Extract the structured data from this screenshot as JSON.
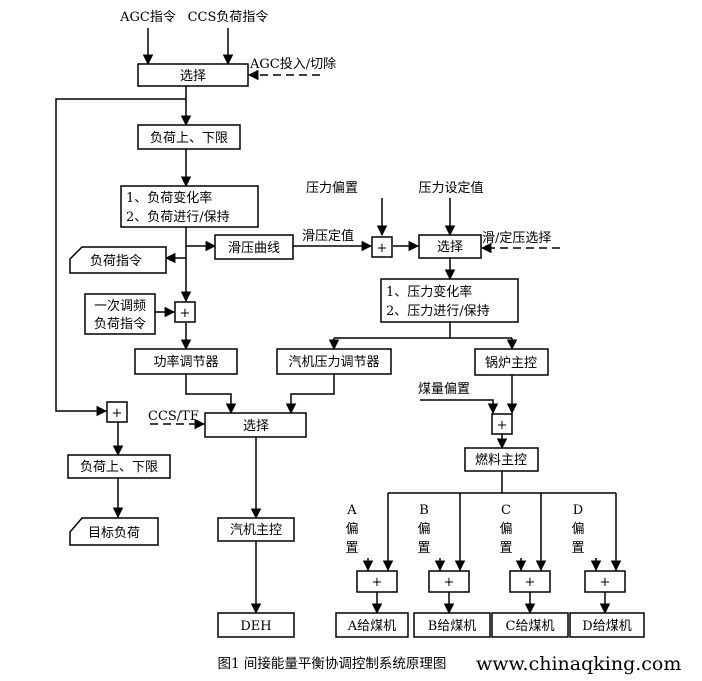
{
  "inputs": {
    "agc_command": "AGC指令",
    "ccs_load_command": "CCS负荷指令",
    "agc_on_off": "AGC投入/切除"
  },
  "left": {
    "select1": "选择",
    "load_limits1": "负荷上、下限",
    "rate_line1": "1、负荷变化率",
    "rate_line2": "2、负荷进行/保持",
    "load_command_out": "负荷指令",
    "sliding_curve": "滑压曲线",
    "sliding_setpoint": "滑压定值",
    "freq_line1": "一次调频",
    "freq_line2": "负荷指令",
    "plus_a": "+",
    "power_regulator": "功率调节器",
    "plus_b": "+",
    "load_limits2": "负荷上、下限",
    "target_load": "目标负荷"
  },
  "pressure": {
    "pressure_bias": "压力偏置",
    "pressure_setpoint": "压力设定值",
    "plus": "+",
    "select2": "选择",
    "sliding_fixed_select": "滑/定压选择",
    "rate_line1": "1、压力变化率",
    "rate_line2": "2、压力进行/保持"
  },
  "center": {
    "turbine_pressure_regulator": "汽机压力调节器",
    "ccs_tf": "CCS/TF",
    "select3": "选择",
    "turbine_master": "汽机主控",
    "deh": "DEH"
  },
  "boiler": {
    "boiler_master": "锅炉主控",
    "coal_bias": "煤量偏置",
    "plus": "+",
    "fuel_master": "燃料主控",
    "bias_chars": [
      "偏",
      "置"
    ],
    "feeders": [
      {
        "letter": "A",
        "plus": "+",
        "label": "A给煤机"
      },
      {
        "letter": "B",
        "plus": "+",
        "label": "B给煤机"
      },
      {
        "letter": "C",
        "plus": "+",
        "label": "C给煤机"
      },
      {
        "letter": "D",
        "plus": "+",
        "label": "D给煤机"
      }
    ]
  },
  "caption": "图1  间接能量平衡协调控制系统原理图",
  "watermark": "www.chinaqking.com"
}
